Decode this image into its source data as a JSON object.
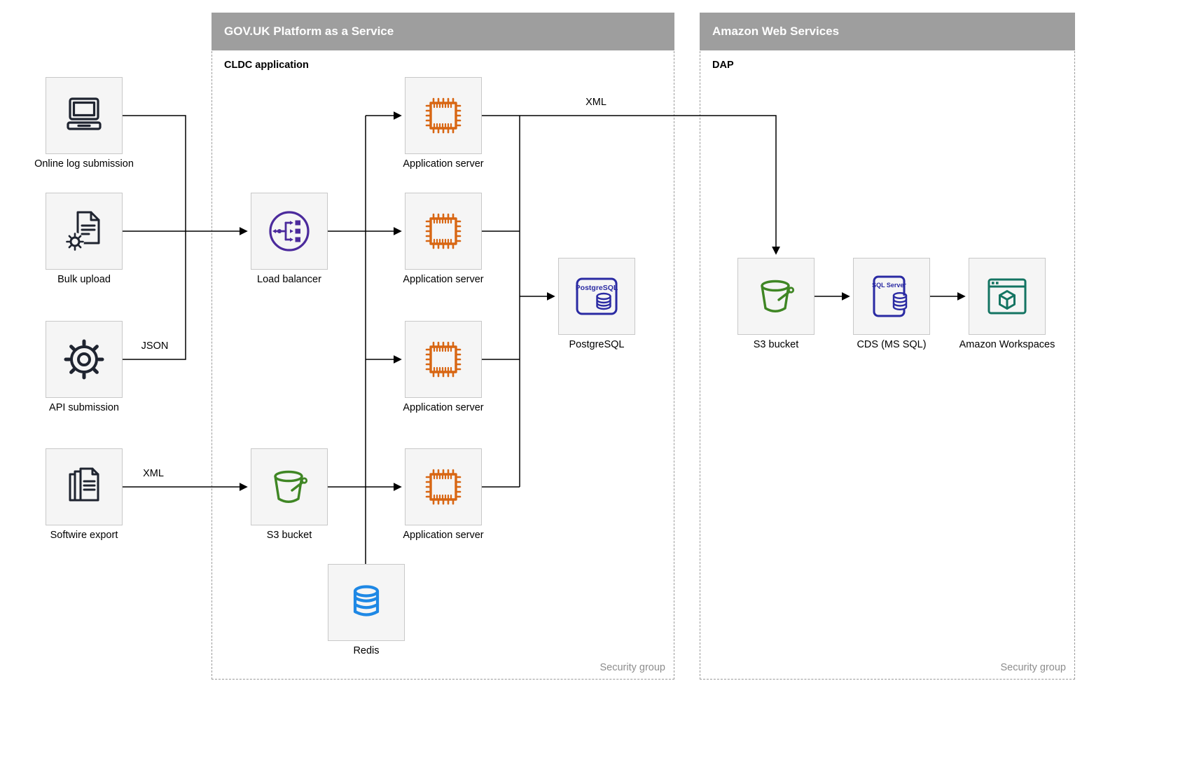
{
  "containers": {
    "paas": {
      "title": "GOV.UK Platform as a Service",
      "subtitle": "CLDC application",
      "footer": "Security group"
    },
    "aws": {
      "title": "Amazon Web Services",
      "subtitle": "DAP",
      "footer": "Security group"
    }
  },
  "nodes": {
    "online_log": {
      "label": "Online log submission"
    },
    "bulk_upload": {
      "label": "Bulk upload"
    },
    "api_submission": {
      "label": "API submission"
    },
    "softwire_export": {
      "label": "Softwire export"
    },
    "load_balancer": {
      "label": "Load balancer"
    },
    "app_server_1": {
      "label": "Application server"
    },
    "app_server_2": {
      "label": "Application server"
    },
    "app_server_3": {
      "label": "Application server"
    },
    "app_server_4": {
      "label": "Application server"
    },
    "postgresql": {
      "label": "PostgreSQL",
      "icon_text": "PostgreSQL"
    },
    "s3_paas": {
      "label": "S3 bucket"
    },
    "redis": {
      "label": "Redis"
    },
    "s3_aws": {
      "label": "S3 bucket"
    },
    "cds": {
      "label": "CDS (MS SQL)",
      "icon_text": "SQL Server"
    },
    "workspaces": {
      "label": "Amazon Workspaces"
    }
  },
  "edge_labels": {
    "json": "JSON",
    "xml_softwire": "XML",
    "xml_to_aws": "XML"
  },
  "colors": {
    "header_gray": "#9e9e9e",
    "node_bg": "#f5f5f5",
    "node_border": "#c8c8c8",
    "connector": "#000000",
    "dark_icon": "#1f2430",
    "purple": "#4b2a9c",
    "orange": "#d86613",
    "green": "#3f8624",
    "db_blue": "#2a2aa3",
    "redis_blue": "#1e88e5",
    "teal": "#147462",
    "muted": "#8d8d8d"
  }
}
